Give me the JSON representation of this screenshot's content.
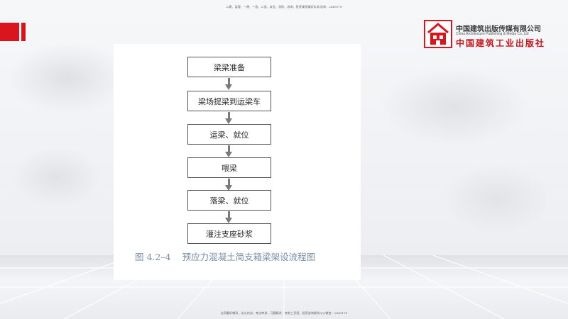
{
  "header_note": "二建、监理、一建、一造、二造、安全、消防、咨询、投资课程辅导实训/咨询：2849178",
  "footer_note": "全网最好辅导、永久内训、考点串讲、习题精讲、考前三页纸、投资咨询联系QQ/微信：2849178",
  "publisher": {
    "name_cn": "中国建筑出版传媒有限公司",
    "name_en": "China Architecture Publishing & Media Co.,Ltd",
    "name_script": "中国建筑工业出版社",
    "brand_color": "#d9161d"
  },
  "flowchart": {
    "steps": [
      {
        "label": "梁梁准备"
      },
      {
        "label": "梁场提梁到运梁车"
      },
      {
        "label": "运梁、就位"
      },
      {
        "label": "喂梁"
      },
      {
        "label": "落梁、就位"
      },
      {
        "label": "灌注支座砂浆"
      }
    ],
    "caption_number": "图 4.2–4",
    "caption_text": "预应力混凝土简支箱梁架设流程图"
  },
  "colors": {
    "caption": "#7a8fa5",
    "box_border": "#555555",
    "arrow": "#7a7a7a"
  }
}
